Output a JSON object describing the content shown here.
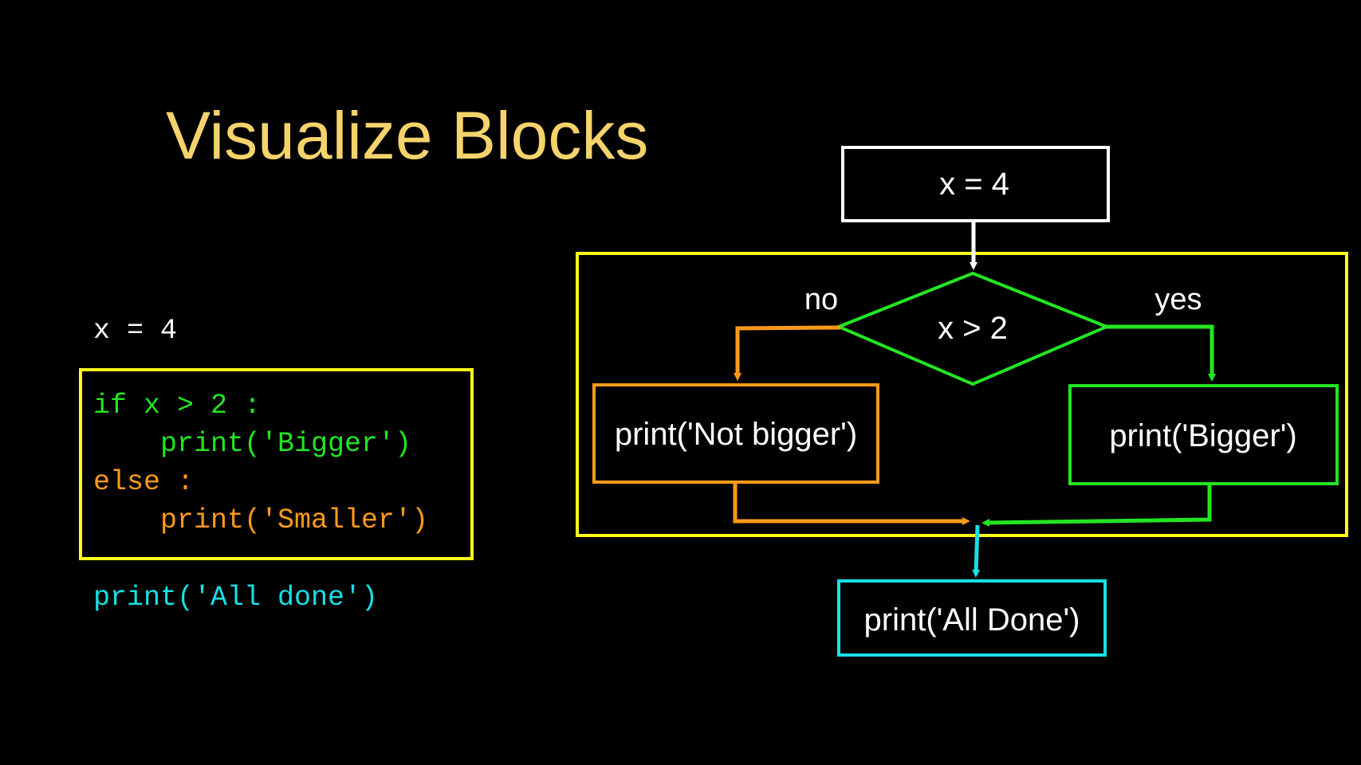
{
  "title": "Visualize Blocks",
  "colors": {
    "background": "#000000",
    "title": "#f5d36b",
    "white": "#ffffff",
    "block_yellow": "#ffff1a",
    "green": "#22e622",
    "orange": "#ff9a1a",
    "cyan": "#17e0e6"
  },
  "code": {
    "line_assign": "x = 4",
    "line_if": "if x > 2 :",
    "line_print_bigger": "    print('Bigger')",
    "line_else": "else :",
    "line_print_smaller": "    print('Smaller')",
    "line_all_done": "print('All done')"
  },
  "flowchart": {
    "start_label": "x = 4",
    "decision_label": "x > 2",
    "no_label": "no",
    "yes_label": "yes",
    "no_branch_label": "print('Not bigger')",
    "yes_branch_label": "print('Bigger')",
    "end_label": "print('All Done')"
  }
}
